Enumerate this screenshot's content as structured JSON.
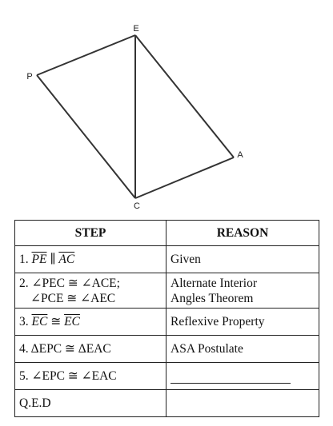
{
  "figure": {
    "points": {
      "E": {
        "label": "E"
      },
      "P": {
        "label": "P"
      },
      "A": {
        "label": "A"
      },
      "C": {
        "label": "C"
      }
    }
  },
  "table": {
    "headers": {
      "step": "STEP",
      "reason": "REASON"
    },
    "rows": [
      {
        "step_parts": [
          "1. ",
          "PE",
          " ∥ ",
          "AC"
        ],
        "reason": "Given"
      },
      {
        "step_line1": "2. ∠PEC  ≅  ∠ACE;",
        "step_line2": "∠PCE  ≅  ∠AEC",
        "reason_line1": "Alternate Interior",
        "reason_line2": "Angles Theorem"
      },
      {
        "step_parts": [
          "3. ",
          "EC",
          " ≅ ",
          "EC"
        ],
        "reason": "Reflexive Property"
      },
      {
        "step": "4. ΔEPC ≅ ΔEAC",
        "reason": "ASA Postulate"
      },
      {
        "step": "5. ∠EPC ≅ ∠EAC",
        "reason": ""
      },
      {
        "step": "Q.E.D",
        "reason": ""
      }
    ]
  }
}
